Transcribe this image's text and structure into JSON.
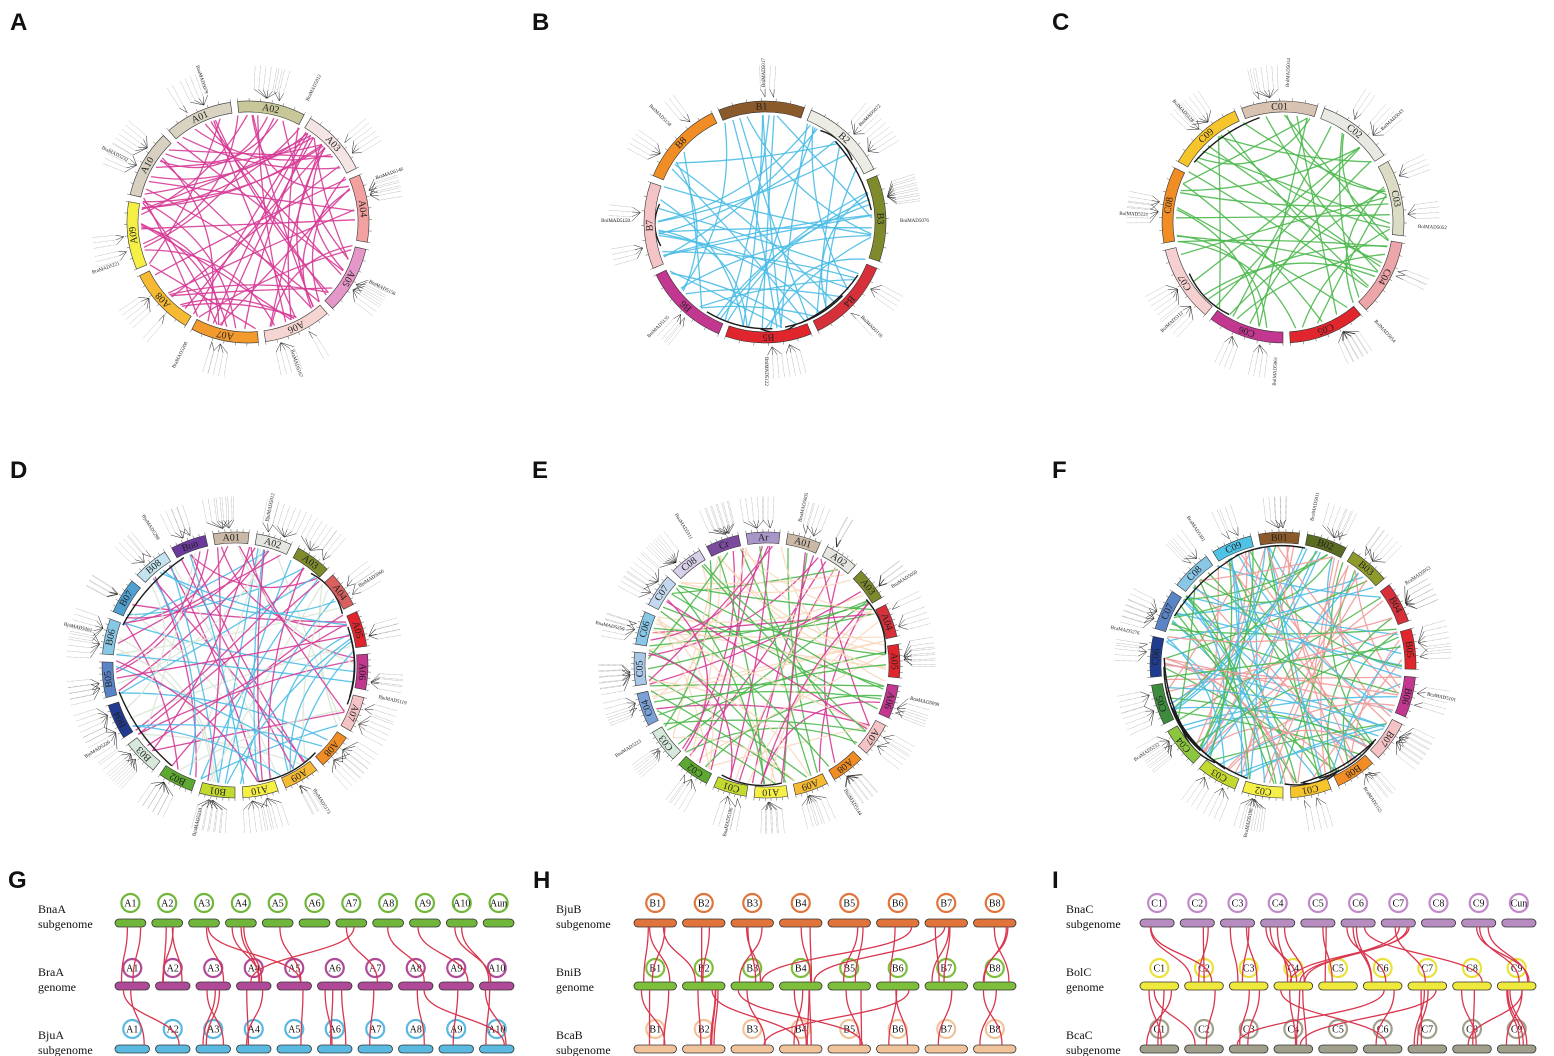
{
  "panel_letters": [
    "A",
    "B",
    "C",
    "D",
    "E",
    "F",
    "G",
    "H",
    "I"
  ],
  "circos": [
    {
      "letter": "A",
      "chromosomes": [
        {
          "name": "A01",
          "color": "#d9d3c1"
        },
        {
          "name": "A02",
          "color": "#c7c79a"
        },
        {
          "name": "A03",
          "color": "#f5e4e4"
        },
        {
          "name": "A04",
          "color": "#f2a0a0"
        },
        {
          "name": "A05",
          "color": "#e597c9"
        },
        {
          "name": "A06",
          "color": "#f5d5d2"
        },
        {
          "name": "A07",
          "color": "#f39a2f"
        },
        {
          "name": "A08",
          "color": "#f5b933"
        },
        {
          "name": "A09",
          "color": "#f6f046"
        },
        {
          "name": "A10",
          "color": "#d8d0c0"
        }
      ],
      "link_colors": [
        "#d63a96"
      ],
      "link_count": 60,
      "highlight_count": 0,
      "gene_labels": [
        "BnaMAD5079",
        "BraMAD5012",
        "BraMAD5146",
        "BraMAD5158",
        "BraMAD5167",
        "BraMAD5208",
        "BraMAD5221",
        "BraMAD5232"
      ]
    },
    {
      "letter": "B",
      "chromosomes": [
        {
          "name": "B1",
          "color": "#8b5a2b"
        },
        {
          "name": "B2",
          "color": "#ecece4"
        },
        {
          "name": "B3",
          "color": "#7e8a2c"
        },
        {
          "name": "B4",
          "color": "#d6303a"
        },
        {
          "name": "B5",
          "color": "#e0252c"
        },
        {
          "name": "B6",
          "color": "#c2378f"
        },
        {
          "name": "B7",
          "color": "#f4c3c6"
        },
        {
          "name": "B8",
          "color": "#f08d25"
        }
      ],
      "link_colors": [
        "#4bbce6"
      ],
      "link_count": 45,
      "highlight_count": 7,
      "gene_labels": [
        "BniMAD5017",
        "BniMAD5072",
        "BniMAD5076",
        "BniMAD5116",
        "BniMAD5122",
        "BniMAD5135",
        "BniMAD5150",
        "BniMAD5158"
      ]
    },
    {
      "letter": "C",
      "chromosomes": [
        {
          "name": "C01",
          "color": "#d8c3b3"
        },
        {
          "name": "C02",
          "color": "#e9e9e3"
        },
        {
          "name": "C03",
          "color": "#dcdcc4"
        },
        {
          "name": "C04",
          "color": "#eca5a8"
        },
        {
          "name": "C05",
          "color": "#e0252c"
        },
        {
          "name": "C06",
          "color": "#c2378f"
        },
        {
          "name": "C07",
          "color": "#f6d0d0"
        },
        {
          "name": "C08",
          "color": "#f08d25"
        },
        {
          "name": "C09",
          "color": "#f6c52c"
        }
      ],
      "link_colors": [
        "#4cb84c"
      ],
      "link_count": 40,
      "highlight_count": 2,
      "gene_labels": [
        "BolMAD5014",
        "BolMAD5043",
        "BolMAD5052",
        "BolMAD5054",
        "BolMAD5061",
        "BolMAD5112",
        "BolMAD5121",
        "BolMAD5128"
      ]
    },
    {
      "letter": "D",
      "chromosomes": [
        {
          "name": "A01",
          "color": "#c9b9a6"
        },
        {
          "name": "A02",
          "color": "#e6e6e0"
        },
        {
          "name": "A03",
          "color": "#7e8a2c"
        },
        {
          "name": "A04",
          "color": "#d9605f"
        },
        {
          "name": "A05",
          "color": "#e0252c"
        },
        {
          "name": "A06",
          "color": "#c2378f"
        },
        {
          "name": "A07",
          "color": "#f4c3c6"
        },
        {
          "name": "A08",
          "color": "#f08d25"
        },
        {
          "name": "A09",
          "color": "#f5b933"
        },
        {
          "name": "A10",
          "color": "#f6f046"
        },
        {
          "name": "B01",
          "color": "#c4d930"
        },
        {
          "name": "B02",
          "color": "#5da830"
        },
        {
          "name": "B03",
          "color": "#d5e8d9"
        },
        {
          "name": "B04",
          "color": "#213a8f"
        },
        {
          "name": "B05",
          "color": "#5b84c6"
        },
        {
          "name": "B06",
          "color": "#89c7e6"
        },
        {
          "name": "B07",
          "color": "#4fa0d0"
        },
        {
          "name": "B08",
          "color": "#c3e3ee"
        },
        {
          "name": "Bun",
          "color": "#6b3a9c"
        }
      ],
      "link_colors": [
        "#d63a96",
        "#4bbce6",
        "#d9e6d6"
      ],
      "link_count": 70,
      "highlight_count": 6,
      "gene_labels": [
        "BjuMAD5012",
        "BjuMAD5066",
        "BjuMAD5119",
        "BjuMAD5173",
        "BjuMAD5210",
        "BjuMAD5226",
        "BjuMAD5261",
        "BjuMAD5299"
      ]
    },
    {
      "letter": "E",
      "chromosomes": [
        {
          "name": "Ar",
          "color": "#a896c9"
        },
        {
          "name": "A01",
          "color": "#c9b9a6"
        },
        {
          "name": "A02",
          "color": "#e6e6e0"
        },
        {
          "name": "A03",
          "color": "#7e8a2c"
        },
        {
          "name": "A04",
          "color": "#d6303a"
        },
        {
          "name": "A05",
          "color": "#e0252c"
        },
        {
          "name": "A06",
          "color": "#c2378f"
        },
        {
          "name": "A07",
          "color": "#f4c3c6"
        },
        {
          "name": "A08",
          "color": "#f08d25"
        },
        {
          "name": "A09",
          "color": "#f5b933"
        },
        {
          "name": "A10",
          "color": "#f6f046"
        },
        {
          "name": "C01",
          "color": "#c4d930"
        },
        {
          "name": "C02",
          "color": "#5da830"
        },
        {
          "name": "C03",
          "color": "#d5e8d9"
        },
        {
          "name": "C04",
          "color": "#7aa0d6"
        },
        {
          "name": "C05",
          "color": "#a9c8e8"
        },
        {
          "name": "C06",
          "color": "#89c7e6"
        },
        {
          "name": "C07",
          "color": "#c3d8ee"
        },
        {
          "name": "C08",
          "color": "#d8cfe8"
        },
        {
          "name": "Cr",
          "color": "#7a4a9c"
        }
      ],
      "link_colors": [
        "#d63a96",
        "#4cb84c",
        "#f8d9bf"
      ],
      "link_count": 80,
      "highlight_count": 2,
      "gene_labels": [
        "BnaMAD5005",
        "BnaMAD5050",
        "BnaMAD5098",
        "BnaMAD5144",
        "BnaMAD5186",
        "BnaMAD5223",
        "BnaMAD5259",
        "BnaMAD5311"
      ]
    },
    {
      "letter": "F",
      "chromosomes": [
        {
          "name": "B01",
          "color": "#8b5a2b"
        },
        {
          "name": "B02",
          "color": "#5a6b22"
        },
        {
          "name": "B03",
          "color": "#8f9a2c"
        },
        {
          "name": "B04",
          "color": "#d6303a"
        },
        {
          "name": "B05",
          "color": "#e0252c"
        },
        {
          "name": "B06",
          "color": "#c2378f"
        },
        {
          "name": "B07",
          "color": "#f4c3c6"
        },
        {
          "name": "B08",
          "color": "#f08d25"
        },
        {
          "name": "C01",
          "color": "#f6c52c"
        },
        {
          "name": "C02",
          "color": "#f6f046"
        },
        {
          "name": "C03",
          "color": "#c4d930"
        },
        {
          "name": "C04",
          "color": "#8cc63e"
        },
        {
          "name": "C05",
          "color": "#3d8b3d"
        },
        {
          "name": "C06",
          "color": "#1f3c8f"
        },
        {
          "name": "C07",
          "color": "#5b84c6"
        },
        {
          "name": "C08",
          "color": "#89c7e6"
        },
        {
          "name": "C09",
          "color": "#4fc3e6"
        }
      ],
      "link_colors": [
        "#f19a9a",
        "#4cb84c",
        "#4bbce6"
      ],
      "link_count": 100,
      "highlight_count": 12,
      "gene_labels": [
        "BcaMAD5011",
        "BcaMAD5053",
        "BcaMAD5101",
        "BcaMAD5155",
        "BcaMAD5198",
        "BcaMAD5232",
        "BcaMAD5276",
        "BcaMAD5301"
      ]
    }
  ],
  "synteny": [
    {
      "letter": "G",
      "rows": [
        {
          "label": [
            "BnaA",
            "subgenome"
          ],
          "bar_color": "#6fb63a",
          "circle_color": "#6fb63a",
          "chroms": [
            "A1",
            "A2",
            "A3",
            "A4",
            "A5",
            "A6",
            "A7",
            "A8",
            "A9",
            "A10",
            "Aun"
          ]
        },
        {
          "label": [
            "BraA",
            "genome"
          ],
          "bar_color": "#b04a98",
          "circle_color": "#b04a98",
          "chroms": [
            "A1",
            "A2",
            "A3",
            "A4",
            "A5",
            "A6",
            "A7",
            "A8",
            "A9",
            "A10"
          ]
        },
        {
          "label": [
            "BjuA",
            "subgenome"
          ],
          "bar_color": "#59b9e0",
          "circle_color": "#59b9e0",
          "chroms": [
            "A1",
            "A2",
            "A3",
            "A4",
            "A5",
            "A6",
            "A7",
            "A8",
            "A9",
            "A10"
          ]
        }
      ],
      "line_color": "#d8364e",
      "link_count": 34
    },
    {
      "letter": "H",
      "rows": [
        {
          "label": [
            "BjuB",
            "subgenome"
          ],
          "bar_color": "#e0743a",
          "circle_color": "#e0743a",
          "chroms": [
            "B1",
            "B2",
            "B3",
            "B4",
            "B5",
            "B6",
            "B7",
            "B8"
          ]
        },
        {
          "label": [
            "BniB",
            "genome"
          ],
          "bar_color": "#7dbf3a",
          "circle_color": "#7dbf3a",
          "chroms": [
            "B1",
            "B2",
            "B3",
            "B4",
            "B5",
            "B6",
            "B7",
            "B8"
          ]
        },
        {
          "label": [
            "BcaB",
            "subgenome"
          ],
          "bar_color": "#f1c39a",
          "circle_color": "#f1c39a",
          "chroms": [
            "B1",
            "B2",
            "B3",
            "B4",
            "B5",
            "B6",
            "B7",
            "B8"
          ]
        }
      ],
      "line_color": "#d8364e",
      "link_count": 44
    },
    {
      "letter": "I",
      "rows": [
        {
          "label": [
            "BnaC",
            "subgenome"
          ],
          "bar_color": "#b78cc0",
          "circle_color": "#c08ac8",
          "chroms": [
            "C1",
            "C2",
            "C3",
            "C4",
            "C5",
            "C6",
            "C7",
            "C8",
            "C9",
            "Cun"
          ]
        },
        {
          "label": [
            "BolC",
            "genome"
          ],
          "bar_color": "#eee93c",
          "circle_color": "#e8e23a",
          "chroms": [
            "C1",
            "C2",
            "C3",
            "C4",
            "C5",
            "C6",
            "C7",
            "C8",
            "C9"
          ]
        },
        {
          "label": [
            "BcaC",
            "subgenome"
          ],
          "bar_color": "#a0a08c",
          "circle_color": "#a0a08c",
          "chroms": [
            "C1",
            "C2",
            "C3",
            "C4",
            "C5",
            "C6",
            "C7",
            "C8",
            "C9"
          ]
        }
      ],
      "line_color": "#d8364e",
      "link_count": 48
    }
  ]
}
